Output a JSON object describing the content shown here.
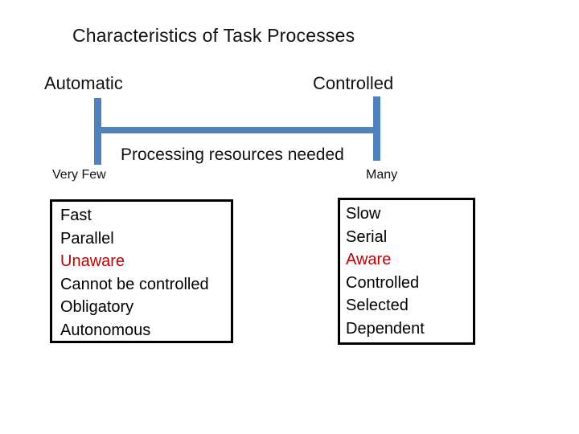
{
  "slide": {
    "title": "Characteristics of Task Processes",
    "spectrum": {
      "left_label": "Automatic",
      "right_label": "Controlled",
      "axis_label": "Processing resources needed",
      "left_end_label": "Very Few",
      "right_end_label": "Many",
      "line_color": "#4F81BD"
    },
    "boxes": {
      "left": {
        "items": [
          {
            "label": "Fast",
            "color": "#000000"
          },
          {
            "label": "Parallel",
            "color": "#000000"
          },
          {
            "label": "Unaware",
            "color": "#C00000"
          },
          {
            "label": "Cannot be controlled",
            "color": "#000000"
          },
          {
            "label": "Obligatory",
            "color": "#000000"
          },
          {
            "label": "Autonomous",
            "color": "#000000"
          }
        ]
      },
      "right": {
        "items": [
          {
            "label": "Slow",
            "color": "#000000"
          },
          {
            "label": "Serial",
            "color": "#000000"
          },
          {
            "label": "Aware",
            "color": "#C00000"
          },
          {
            "label": "Controlled",
            "color": "#000000"
          },
          {
            "label": "Selected",
            "color": "#000000"
          },
          {
            "label": "Dependent",
            "color": "#000000"
          }
        ]
      }
    },
    "colors": {
      "accent_blue": "#4F81BD",
      "highlight_red": "#C00000",
      "text": "#000000",
      "background": "#FFFFFF"
    }
  }
}
